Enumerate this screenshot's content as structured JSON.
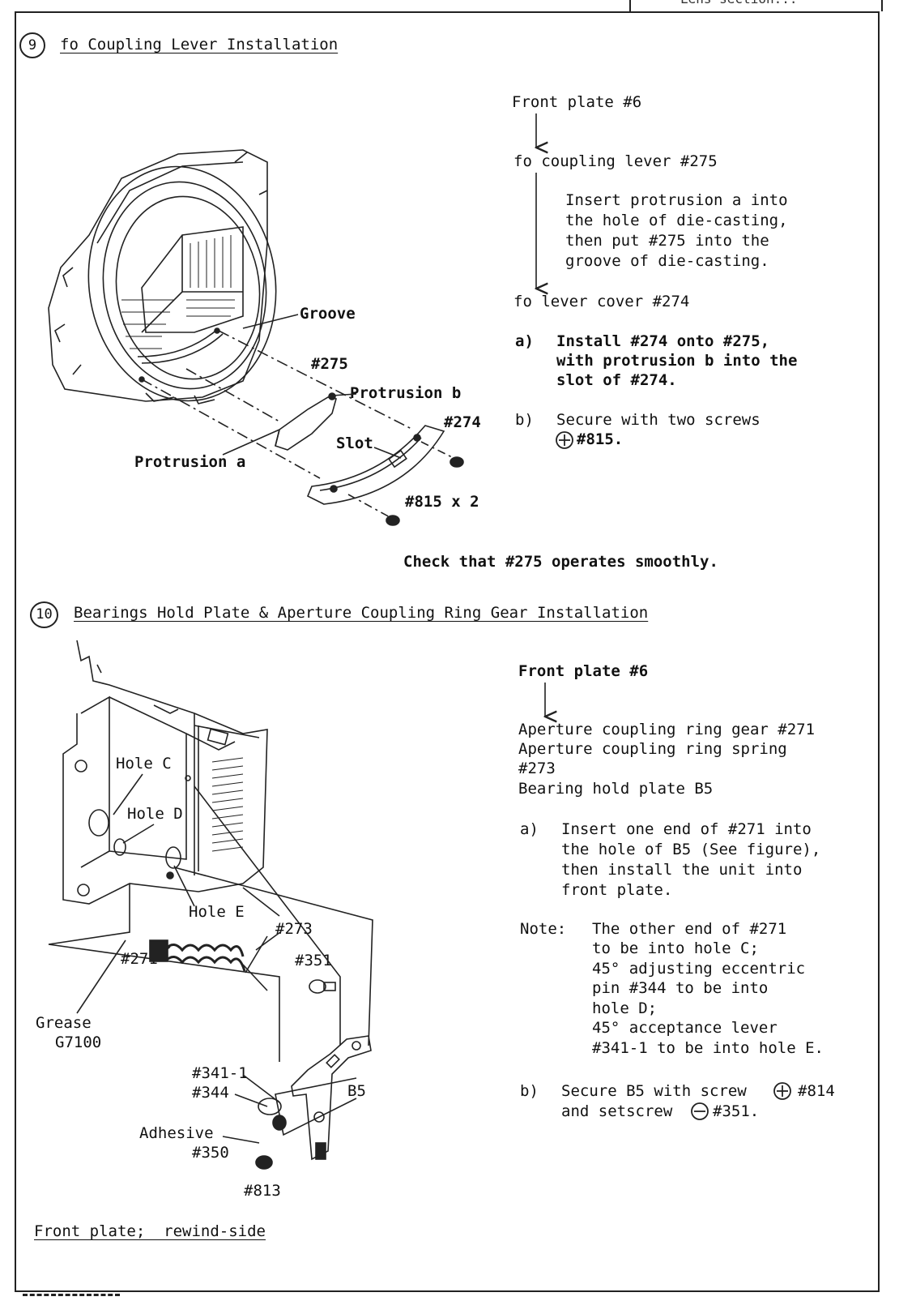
{
  "header_fragment": "Lens section...",
  "section9": {
    "number": "9",
    "title": "fo Coupling Lever Installation",
    "flow": {
      "step1": "Front plate #6",
      "step2": "fo coupling lever #275",
      "note": [
        "Insert protrusion a into",
        "the hole of die-casting,",
        "then put #275 into the",
        "groove of die-casting."
      ],
      "step3": "fo lever cover #274",
      "a_label": "a)",
      "a_text": [
        "Install #274 onto #275,",
        "with protrusion b into the",
        "slot of #274."
      ],
      "b_label": "b)",
      "b_text_1": "Secure with two screws",
      "b_text_2": "#815."
    },
    "figure_labels": {
      "groove": "Groove",
      "p275": "#275",
      "protrusion_b": "Protrusion b",
      "p274": "#274",
      "slot": "Slot",
      "protrusion_a": "Protrusion a",
      "p815": "#815 x 2"
    },
    "check": "Check that #275 operates smoothly."
  },
  "section10": {
    "number": "10",
    "title": "Bearings Hold Plate & Aperture Coupling Ring Gear Installation",
    "flow": {
      "step1": "Front plate #6",
      "lines": [
        "Aperture coupling ring gear #271",
        "Aperture coupling ring spring",
        "#273",
        "Bearing hold plate B5"
      ],
      "a_label": "a)",
      "a_text": [
        "Insert one end of #271 into",
        "the hole of B5 (See figure),",
        "then install the unit into",
        "front plate."
      ],
      "note_label": "Note:",
      "note_text": [
        "The other end of #271",
        "to be into hole C;",
        "45° adjusting eccentric",
        "pin #344 to be into",
        "hole D;",
        "45° acceptance lever",
        "#341-1 to be into hole E."
      ],
      "b_label": "b)",
      "b_text_1a": "Secure B5 with screw",
      "b_text_1b": "#814",
      "b_text_2a": "and setscrew",
      "b_text_2b": "#351."
    },
    "figure_labels": {
      "hole_c": "Hole C",
      "hole_d": "Hole D",
      "hole_e": "Hole E",
      "p273": "#273",
      "p271": "#271",
      "p351": "#351",
      "grease": "Grease",
      "grease_code": "G7100",
      "p341": "#341-1",
      "p344": "#344",
      "b5": "B5",
      "adhesive": "Adhesive",
      "p350": "#350",
      "p813": "#813"
    },
    "caption": "Front plate;  rewind-side"
  }
}
